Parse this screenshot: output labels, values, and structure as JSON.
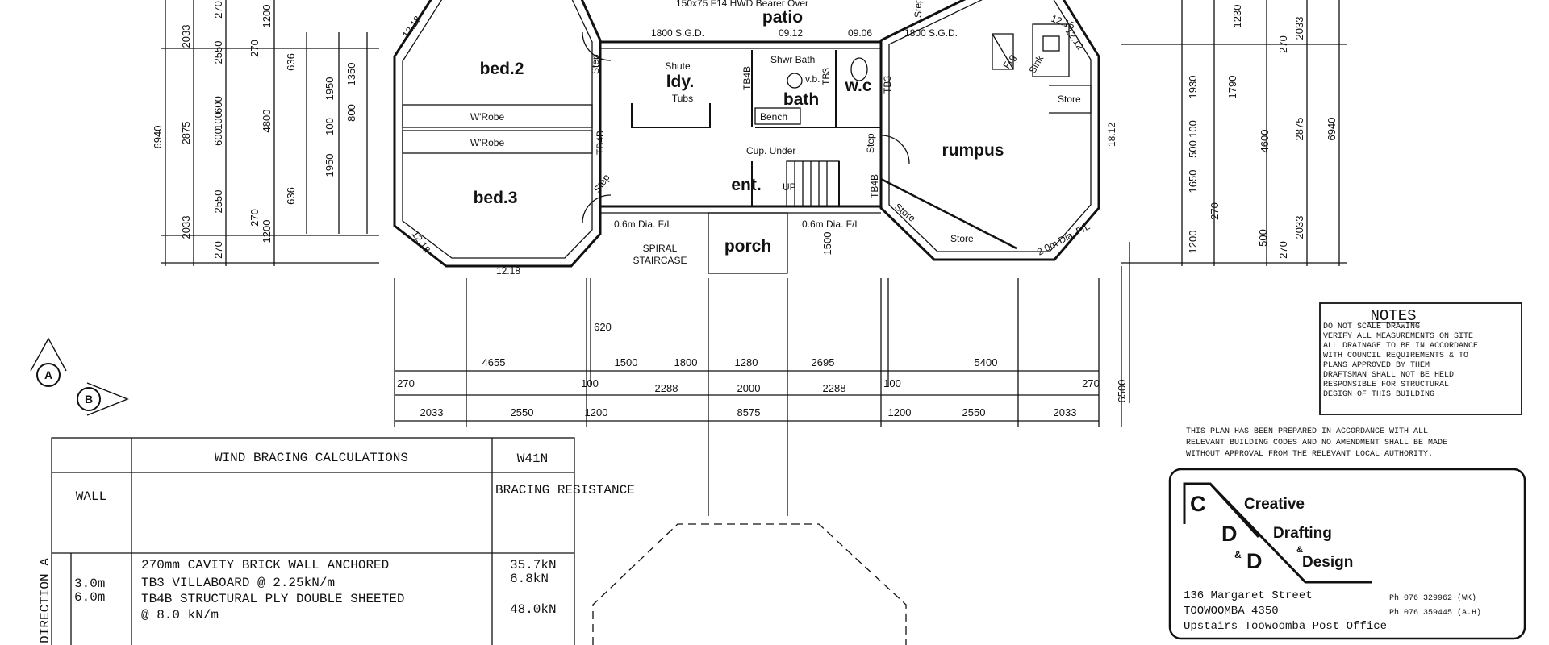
{
  "plan": {
    "top_label": "150x75 F14 HWD Bearer Over",
    "rooms": {
      "patio": "patio",
      "bed2": "bed.2",
      "bed3": "bed.3",
      "ldy": "ldy.",
      "bath": "bath",
      "wc": "w.c",
      "rumpus": "rumpus",
      "ent": "ent.",
      "porch": "porch"
    },
    "labels": {
      "wrobe_1": "W'Robe",
      "wrobe_2": "W'Robe",
      "shute": "Shute",
      "tubs": "Tubs",
      "shwr_bath": "Shwr Bath",
      "vb": "v.b.",
      "bench": "Bench",
      "cup_under": "Cup. Under",
      "up": "UP",
      "store_1": "Store",
      "store_2": "Store",
      "store_3": "Store",
      "step_1": "Step",
      "step_2": "Step",
      "step_3": "Step",
      "step_4": "Step",
      "frg": "Frg",
      "sink": "Sink",
      "sgd_1": "1800 S.G.D.",
      "sgd_2": "1800 S.G.D.",
      "fl_1": "0.6m Dia. F/L",
      "fl_2": "0.6m Dia. F/L",
      "fl_3": "2.0m Dia. F/L",
      "spiral": "SPIRAL",
      "staircase": "STAIRCASE",
      "tb4b_1": "TB4B",
      "tb4b_2": "TB4B",
      "tb4b_3": "TB4B",
      "tb3_1": "TB3",
      "tb3_2": "TB3",
      "w1": "12.18",
      "w2": "12.18",
      "w3": "12.18",
      "w4": "12.12",
      "w5": "18.12",
      "w6": "12.15",
      "w7": "09.12",
      "w8": "09.06"
    },
    "dims_bottom_row1": [
      "4655",
      "1500",
      "1800",
      "1280",
      "2695",
      "5400"
    ],
    "dims_bottom_row2": [
      "270",
      "100",
      "2288",
      "2000",
      "2288",
      "100",
      "270"
    ],
    "dims_bottom_row3": [
      "2033",
      "2550",
      "1200",
      "8575",
      "1200",
      "2550",
      "2033"
    ],
    "dims_small": [
      "620",
      "1500",
      "6500"
    ],
    "dims_left": [
      "6940",
      "2033",
      "2875",
      "2033",
      "270",
      "2550",
      "100",
      "600",
      "600",
      "2550",
      "270",
      "1200",
      "4800",
      "1200",
      "270",
      "636",
      "1950",
      "100",
      "1950",
      "636",
      "1350",
      "800",
      "270"
    ],
    "dims_right": [
      "1230",
      "270",
      "2033",
      "1930",
      "1790",
      "100",
      "4600",
      "2875",
      "6940",
      "1650",
      "500",
      "270",
      "1200",
      "500",
      "270",
      "2033"
    ],
    "markers": [
      "A",
      "B"
    ]
  },
  "wind_table": {
    "title": "WIND BRACING CALCULATIONS",
    "code": "W41N",
    "col_wall": "WALL",
    "col_resist": "BRACING RESISTANCE",
    "direction": "DIRECTION A",
    "lengths": [
      "3.0m",
      "6.0m"
    ],
    "lines": [
      "270mm CAVITY BRICK WALL ANCHORED",
      "TB3 VILLABOARD @ 2.25kN/m",
      "TB4B STRUCTURAL PLY DOUBLE SHEETED",
      "@ 8.0 kN/m"
    ],
    "values": [
      "35.7kN",
      "6.8kN",
      "48.0kN"
    ]
  },
  "notes": {
    "title": "NOTES",
    "lines": [
      "DO NOT SCALE DRAWING",
      "VERIFY ALL MEASUREMENTS ON SITE",
      "ALL DRAINAGE TO BE IN ACCORDANCE",
      "WITH COUNCIL REQUIREMENTS & TO",
      "PLANS APPROVED BY THEM",
      "DRAFTSMAN SHALL NOT BE HELD",
      "RESPONSIBLE FOR STRUCTURAL",
      "DESIGN OF THIS BUILDING"
    ],
    "compliance": [
      "THIS PLAN HAS BEEN PREPARED IN ACCORDANCE WITH ALL",
      "RELEVANT BUILDING CODES AND NO AMENDMENT SHALL BE MADE",
      "WITHOUT APPROVAL FROM THE RELEVANT LOCAL AUTHORITY."
    ]
  },
  "company": {
    "c": "C",
    "d1": "D",
    "amp1": "&",
    "d2": "D",
    "word1": "Creative",
    "word2": "Drafting",
    "amp2": "&",
    "word3": "Design",
    "address1": "136 Margaret Street",
    "address2": "TOOWOOMBA 4350",
    "address3": "Upstairs Toowoomba Post Office",
    "phone1": "Ph  076 329962  (WK)",
    "phone2": "Ph  076 359445  (A.H)"
  }
}
